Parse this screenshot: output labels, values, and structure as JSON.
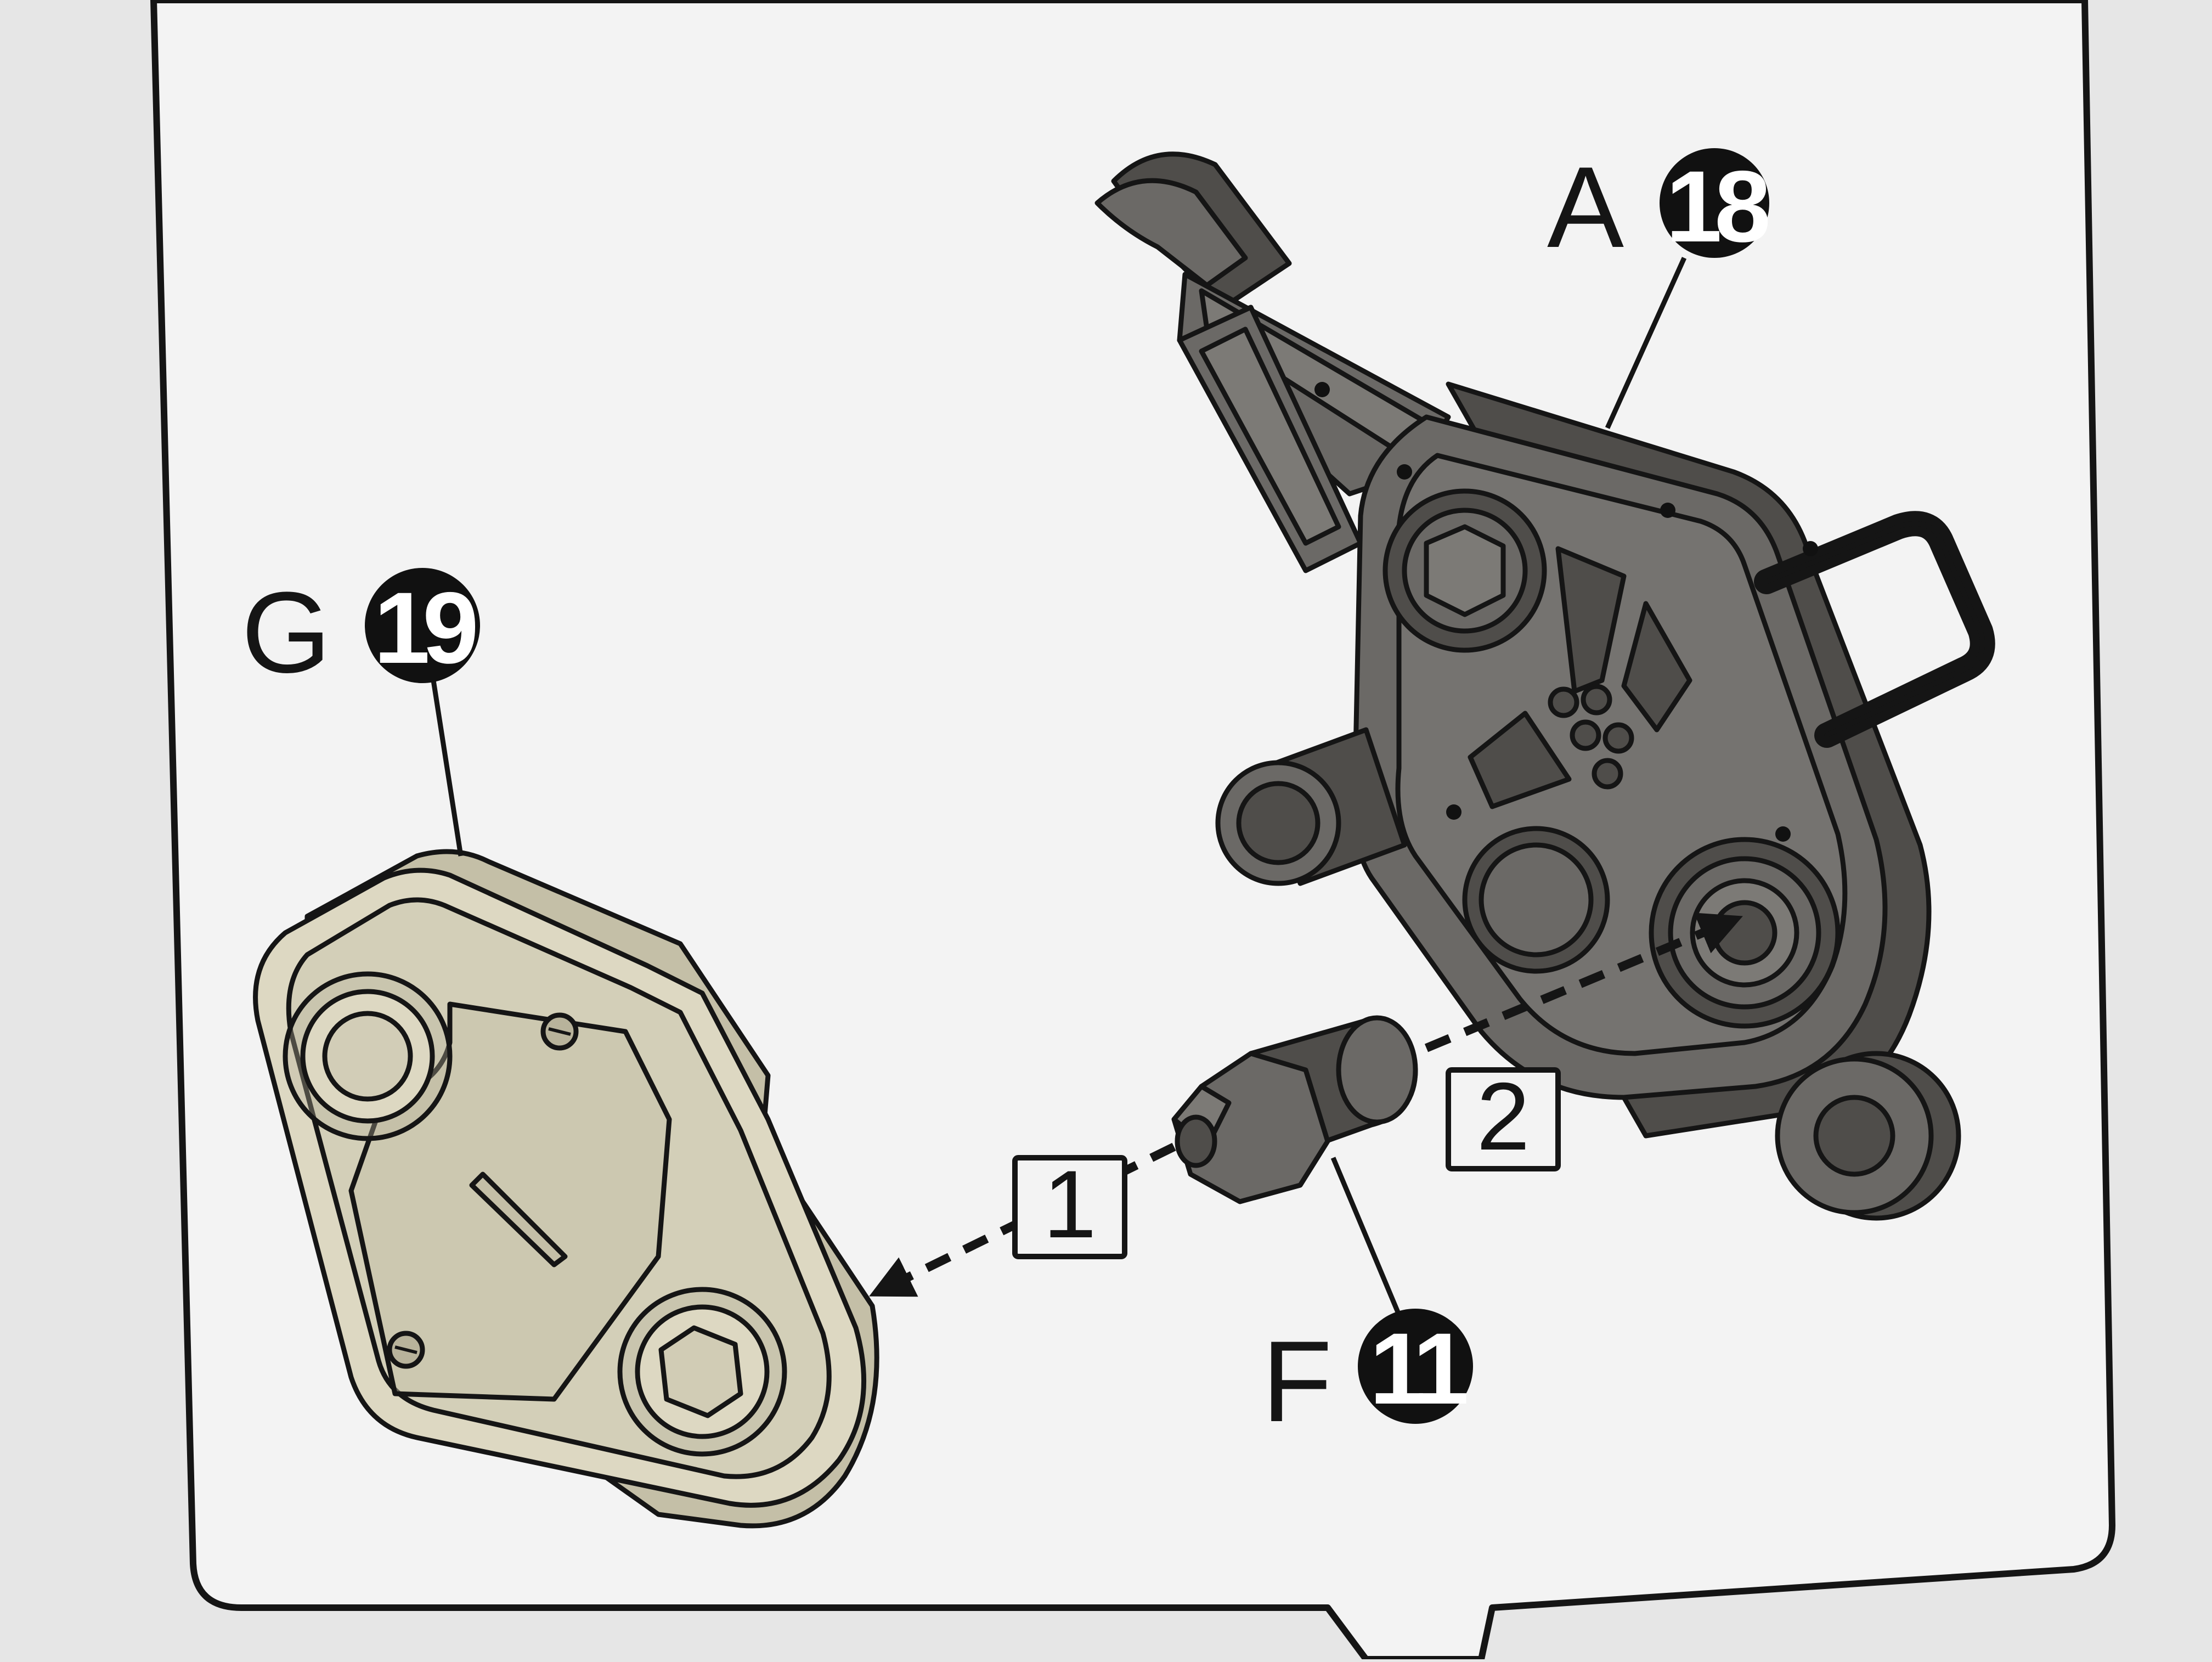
{
  "colors": {
    "paper": "#f3f3f3",
    "paper_shadow": "#e2e2e2",
    "outline": "#151515",
    "part_dark": "#6b6966",
    "part_dark_shade": "#4f4d4a",
    "part_dark_light": "#7c7a76",
    "part_light": "#ddd8c2",
    "part_light_shade": "#c4bfa7",
    "part_light_edge": "#b8b39b",
    "badge": "#111111",
    "badge_text": "#ffffff"
  },
  "callouts": [
    {
      "id": "A18",
      "letter": "A",
      "number": "18"
    },
    {
      "id": "G19",
      "letter": "G",
      "number": "19"
    },
    {
      "id": "F11",
      "letter": "F",
      "number": "11"
    }
  ],
  "steps": [
    {
      "id": "step1",
      "number": "1"
    },
    {
      "id": "step2",
      "number": "2"
    }
  ]
}
